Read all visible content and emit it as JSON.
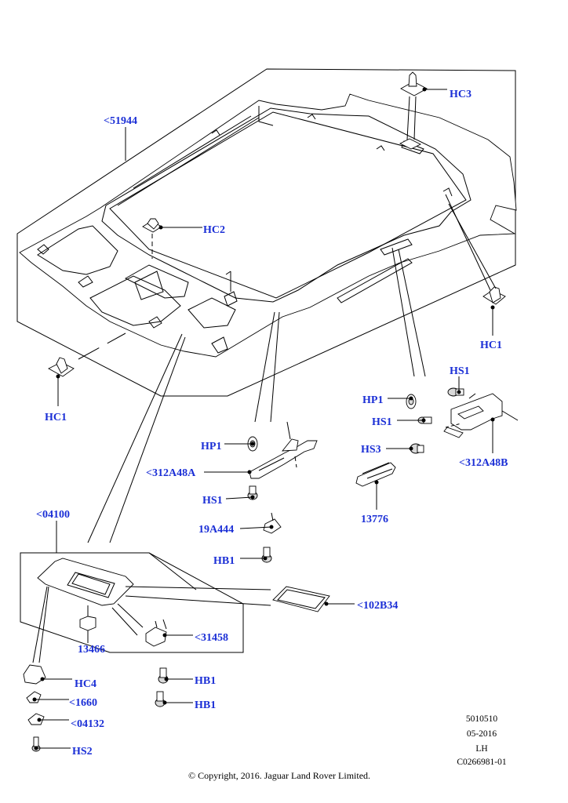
{
  "callouts": {
    "c51944": "<51944",
    "hc3": "HC3",
    "hc2": "HC2",
    "hc1_right": "HC1",
    "hc1_left": "HC1",
    "hs1_a": "HS1",
    "hp1_a": "HP1",
    "hs1_b": "HS1",
    "hs3": "HS3",
    "c312a48b": "<312A48B",
    "c13776": "13776",
    "hp1_b": "HP1",
    "c312a48a": "<312A48A",
    "hs1_c": "HS1",
    "c19a444": "19A444",
    "hb1_a": "HB1",
    "c04100": "<04100",
    "c102b34": "<102B34",
    "c31458": "<31458",
    "c13466": "13466",
    "hc4": "HC4",
    "hb1_b": "HB1",
    "hb1_c": "HB1",
    "c1660": "<1660",
    "c04132": "<04132",
    "hs2": "HS2"
  },
  "meta": {
    "code": "5010510",
    "date": "05-2016",
    "side": "LH",
    "ref": "C0266981-01"
  },
  "copyright": "© Copyright, 2016. Jaguar Land Rover Limited.",
  "colors": {
    "callout": "#1b2fd6",
    "line": "#000000"
  }
}
